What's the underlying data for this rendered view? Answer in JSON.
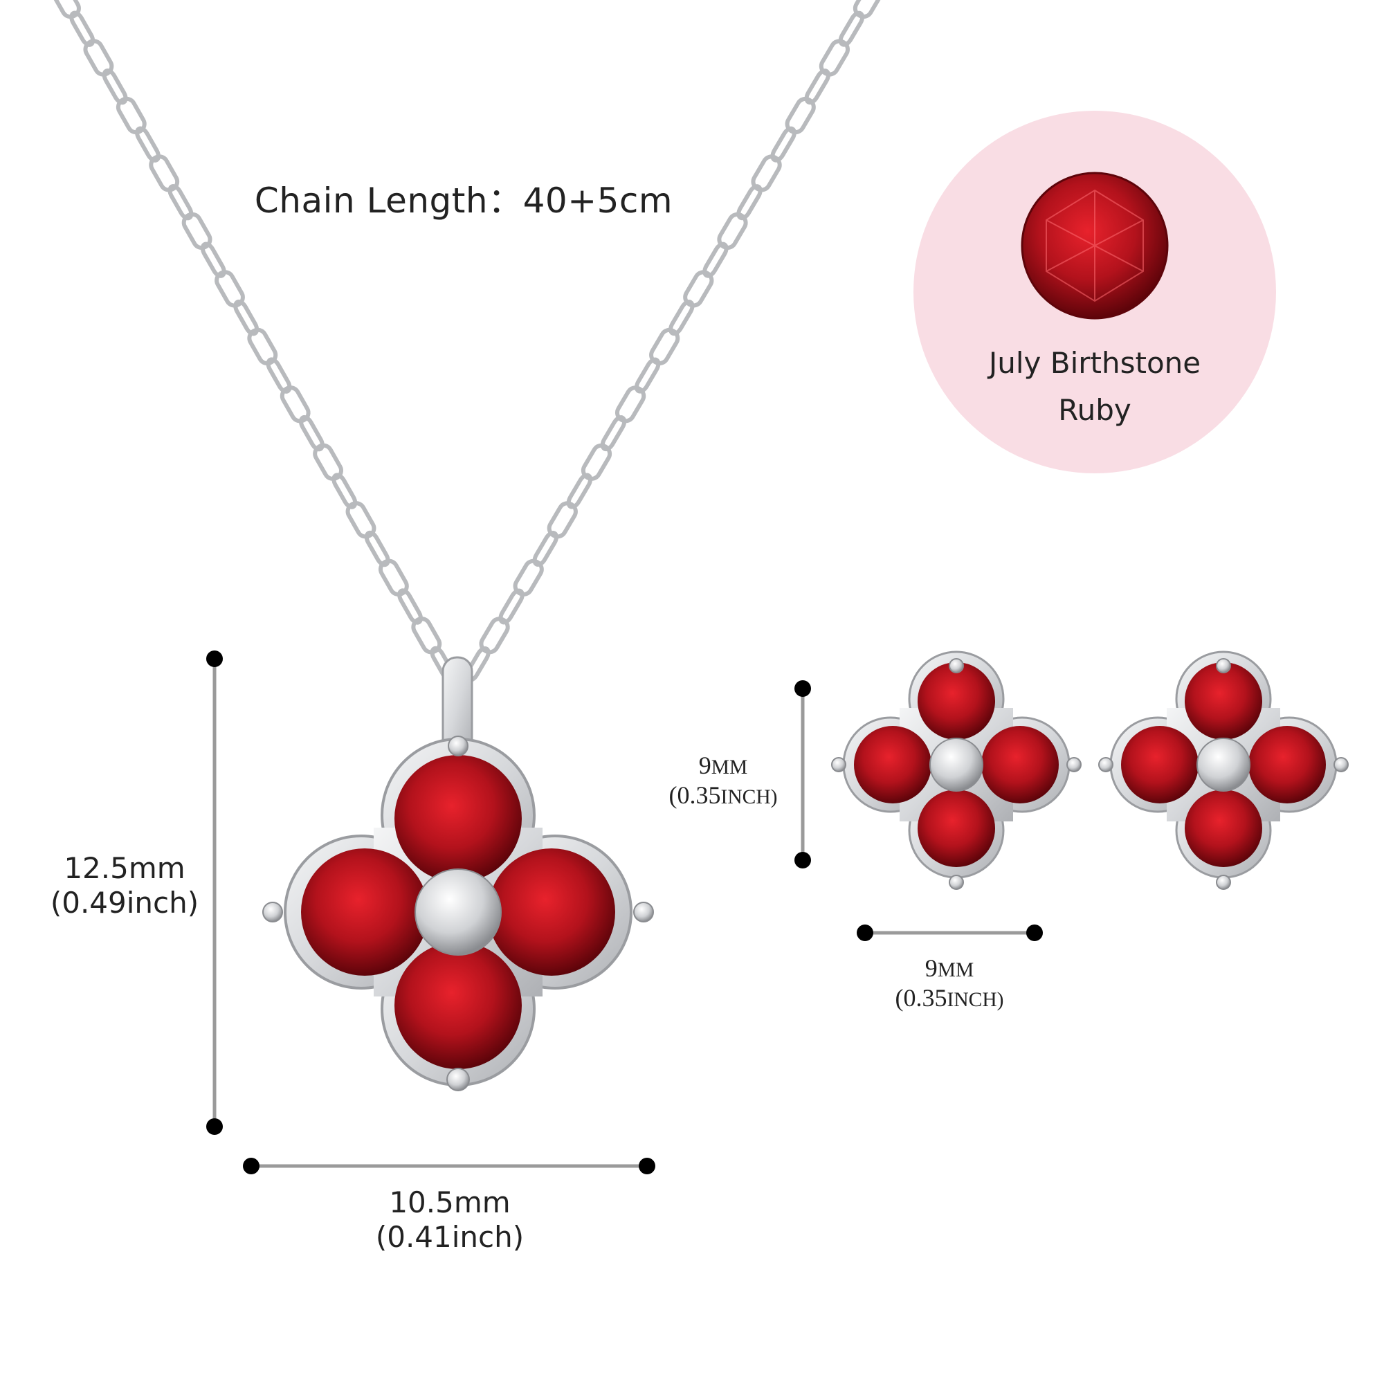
{
  "chain_label": "Chain Length：40+5cm",
  "birthstone": {
    "month_line": "July Birthstone",
    "stone_name": "Ruby",
    "badge_color": "#f9dde4",
    "stone_color": "#c0101c"
  },
  "pendant": {
    "height_mm": "12.5mm",
    "height_in": "(0.49inch)",
    "width_mm": "10.5mm",
    "width_in": "(0.41inch)"
  },
  "stud": {
    "height_value": "9",
    "height_unit": "mm",
    "height_in_value": "(0.35",
    "height_in_unit": "inch)",
    "width_value": "9",
    "width_unit": "mm",
    "width_in_value": "(0.35",
    "width_in_unit": "inch)"
  },
  "colors": {
    "metal": "#d9dbde",
    "metal_edge": "#9a9ca0",
    "gem": "#b3121c",
    "gem_dark": "#6e060d",
    "dimension_line": "#9a9a9a",
    "dimension_dot": "#000000"
  }
}
